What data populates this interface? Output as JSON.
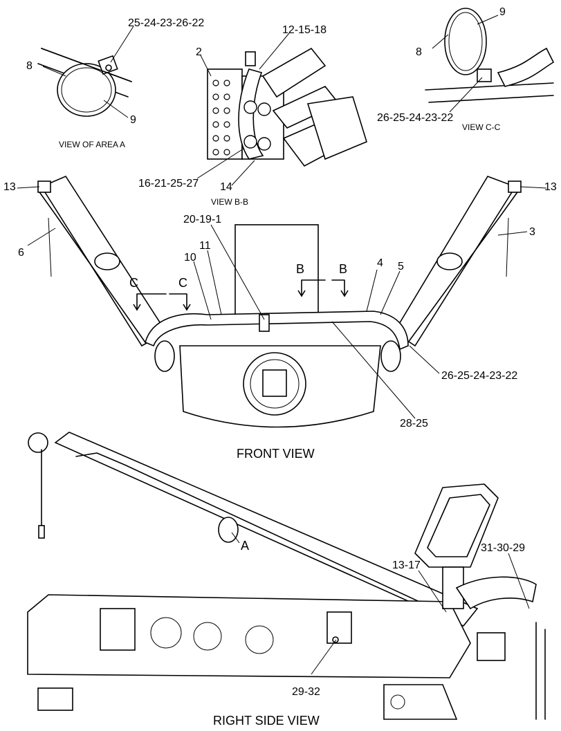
{
  "views": {
    "area_a": {
      "caption": "VIEW OF AREA  A",
      "callouts": [
        "25-24-23-26-22",
        "8",
        "9"
      ]
    },
    "b_b": {
      "caption": "VIEW B-B",
      "callouts": [
        "12-15-18",
        "2",
        "16-21-25-27",
        "14"
      ]
    },
    "c_c": {
      "caption": "VIEW C-C",
      "callouts": [
        "9",
        "8",
        "26-25-24-23-22"
      ]
    },
    "front": {
      "caption": "FRONT VIEW",
      "callouts": [
        "13",
        "13",
        "6",
        "3",
        "20-19-1",
        "11",
        "10",
        "4",
        "5",
        "26-25-24-23-22",
        "28-25"
      ],
      "section_marks": [
        "C",
        "C",
        "B",
        "B"
      ]
    },
    "side": {
      "caption": "RIGHT SIDE VIEW",
      "callouts": [
        "A",
        "13-17",
        "31-30-29",
        "29-32"
      ]
    }
  }
}
